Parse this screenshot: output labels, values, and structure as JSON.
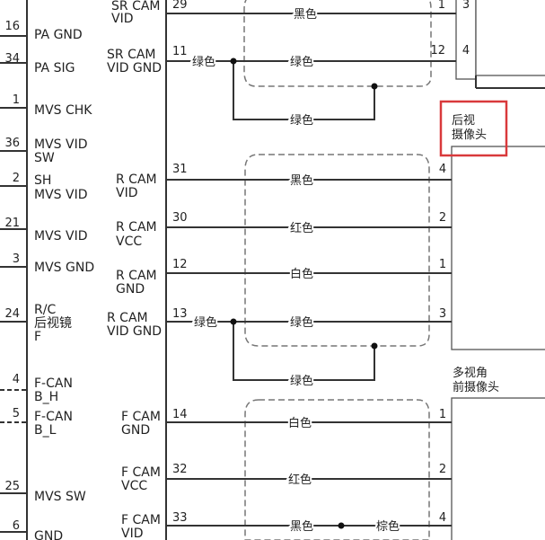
{
  "colors": {
    "wire": "#333333",
    "highlight": "#d9393b",
    "shield": "#777777",
    "background": "#ffffff"
  },
  "left_connector": [
    {
      "pin": "16",
      "label": [
        "PA GND"
      ]
    },
    {
      "pin": "34",
      "label": [
        "PA SIG"
      ]
    },
    {
      "pin": "1",
      "label": [
        "MVS CHK"
      ]
    },
    {
      "pin": "36",
      "label": [
        "MVS VID",
        "SW"
      ]
    },
    {
      "pin": "2",
      "label": [
        "SH",
        "MVS VID"
      ]
    },
    {
      "pin": "21",
      "label": [
        "MVS VID"
      ]
    },
    {
      "pin": "3",
      "label": [
        "MVS GND"
      ]
    },
    {
      "pin": "24",
      "label": [
        "R/C",
        "后视镜",
        "F"
      ]
    },
    {
      "pin": "4",
      "label": [
        "F-CAN",
        "B_H"
      ]
    },
    {
      "pin": "5",
      "label": [
        "F-CAN",
        "B_L"
      ]
    },
    {
      "pin": "25",
      "label": [
        "MVS SW"
      ]
    },
    {
      "pin": "6",
      "label": [
        "GND"
      ]
    }
  ],
  "middle_connector": [
    {
      "pin": "29",
      "label": [
        "SR CAM",
        "VID"
      ],
      "wire_color": "黑色",
      "dest_pin": "1",
      "dest_pin2": "3"
    },
    {
      "pin": "11",
      "label": [
        "SR CAM",
        "VID GND"
      ],
      "left_tag": "绿色",
      "wire_color": "绿色",
      "dest_pin": "12",
      "dest_pin2": "4",
      "drain_color": "绿色"
    },
    {
      "pin": "31",
      "label": [
        "R CAM",
        "VID"
      ],
      "wire_color": "黑色",
      "dest_pin": "4"
    },
    {
      "pin": "30",
      "label": [
        "R CAM",
        "VCC"
      ],
      "wire_color": "红色",
      "dest_pin": "2"
    },
    {
      "pin": "12",
      "label": [
        "R CAM",
        "GND"
      ],
      "wire_color": "白色",
      "dest_pin": "1"
    },
    {
      "pin": "13",
      "label": [
        "R CAM",
        "VID GND"
      ],
      "left_tag": "绿色",
      "wire_color": "绿色",
      "dest_pin": "3",
      "drain_color": "绿色"
    },
    {
      "pin": "14",
      "label": [
        "F CAM",
        "GND"
      ],
      "wire_color": "白色",
      "dest_pin": "1"
    },
    {
      "pin": "32",
      "label": [
        "F CAM",
        "VCC"
      ],
      "wire_color": "红色",
      "dest_pin": "2"
    },
    {
      "pin": "33",
      "label": [
        "F CAM",
        "VID"
      ],
      "wire_color": "黑色",
      "wire_color2": "棕色",
      "dest_pin": "4"
    }
  ],
  "components": {
    "rear_camera": [
      "后视",
      "摄像头"
    ],
    "front_camera": [
      "多视角",
      "前摄像头"
    ]
  }
}
